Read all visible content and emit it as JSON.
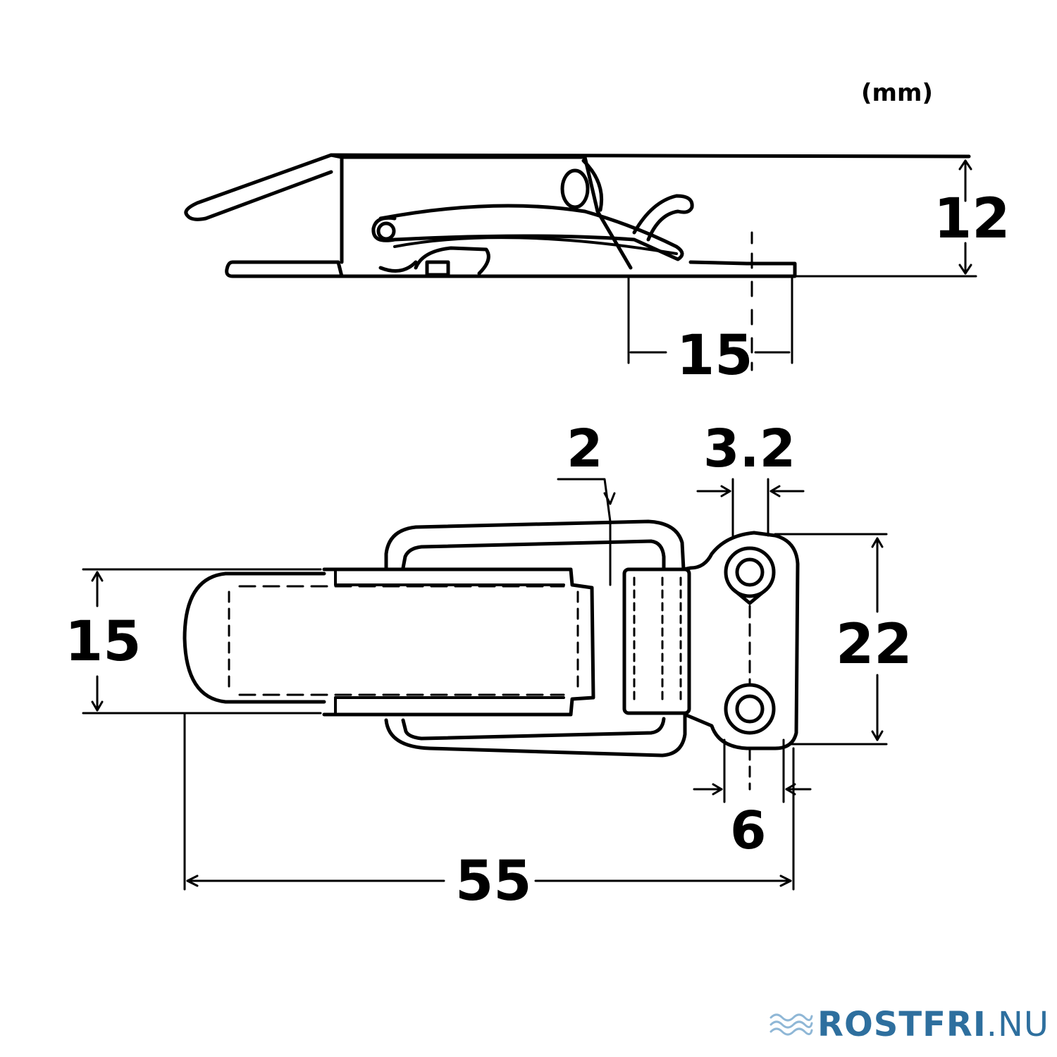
{
  "units_label": "(mm)",
  "dimensions": {
    "side_height": "12",
    "side_offset": "15",
    "hook_thickness": "2",
    "hole_diameter": "3.2",
    "body_width": "15",
    "hole_spacing": "22",
    "plate_margin": "6",
    "overall_length": "55"
  },
  "brand": {
    "name_strong": "ROSTFRI",
    "name_light": ".NU",
    "color": "#2e6f9e",
    "wave_color": "#8fb7d6",
    "icon": "waves-icon"
  }
}
